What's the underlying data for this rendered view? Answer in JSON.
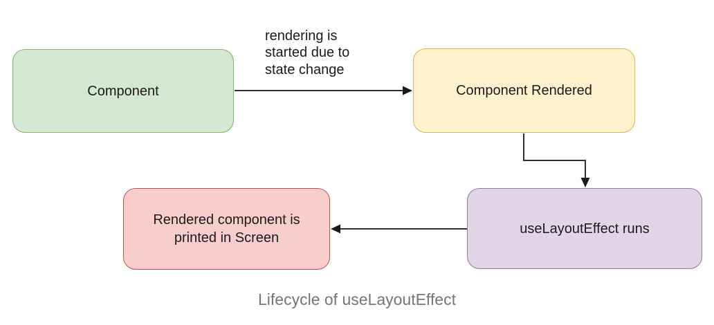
{
  "diagram": {
    "caption": "Lifecycle of useLayoutEffect",
    "nodes": [
      {
        "id": "component",
        "label": "Component",
        "fill": "#d5e8d4",
        "stroke": "#82b366"
      },
      {
        "id": "component-rendered",
        "label": "Component Rendered",
        "fill": "#fff2cc",
        "stroke": "#d6b656"
      },
      {
        "id": "uselayouteffect-runs",
        "label": "useLayoutEffect runs",
        "fill": "#e1d5e7",
        "stroke": "#9673a6"
      },
      {
        "id": "rendered-printed",
        "label": "Rendered component is printed in Screen",
        "fill": "#f8cecc",
        "stroke": "#b85450"
      }
    ],
    "edges": [
      {
        "id": "component-to-rendered",
        "from": "component",
        "to": "component-rendered",
        "label": "rendering is\nstarted due to\nstate change"
      },
      {
        "id": "rendered-to-layouteffect",
        "from": "component-rendered",
        "to": "uselayouteffect-runs",
        "label": ""
      },
      {
        "id": "layouteffect-to-printed",
        "from": "uselayouteffect-runs",
        "to": "rendered-printed",
        "label": ""
      }
    ],
    "edge_label": "rendering is\nstarted due to\nstate change",
    "arrow_color": "#303030",
    "caption_color": "#757575",
    "background_color": "#ffffff"
  }
}
